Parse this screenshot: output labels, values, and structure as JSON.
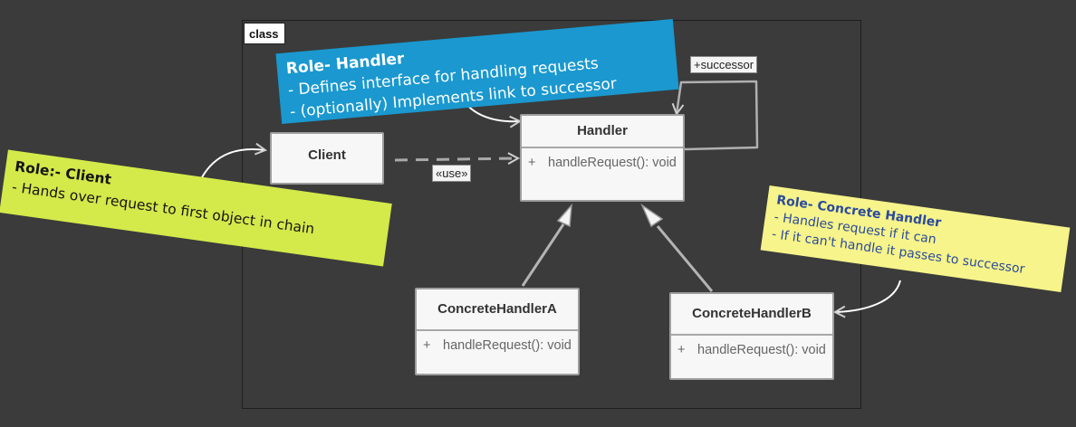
{
  "frame": {
    "label": "class"
  },
  "classes": {
    "handler": {
      "name": "Handler",
      "op_visibility": "+",
      "operation": "handleRequest(): void"
    },
    "client": {
      "name": "Client"
    },
    "concrete_a": {
      "name": "ConcreteHandlerA",
      "op_visibility": "+",
      "operation": "handleRequest(): void"
    },
    "concrete_b": {
      "name": "ConcreteHandlerB",
      "op_visibility": "+",
      "operation": "handleRequest(): void"
    }
  },
  "relations": {
    "use_label": "«use»",
    "successor_label": "+successor"
  },
  "notes": {
    "handler": {
      "title": "Role- Handler",
      "lines": [
        "-   Defines interface for handling requests",
        "-   (optionally) Implements link to successor"
      ]
    },
    "client": {
      "title": "Role:- Client",
      "lines": [
        "-     Hands over request to first object in chain"
      ]
    },
    "concrete": {
      "title": "Role- Concrete Handler",
      "lines": [
        "- Handles request if it can",
        "- If it can't handle it passes to successor"
      ]
    }
  },
  "colors": {
    "note_handler": "#1a98cf",
    "note_client": "#d4e94a",
    "note_concrete": "#f6f48a",
    "background": "#3b3b3b"
  }
}
